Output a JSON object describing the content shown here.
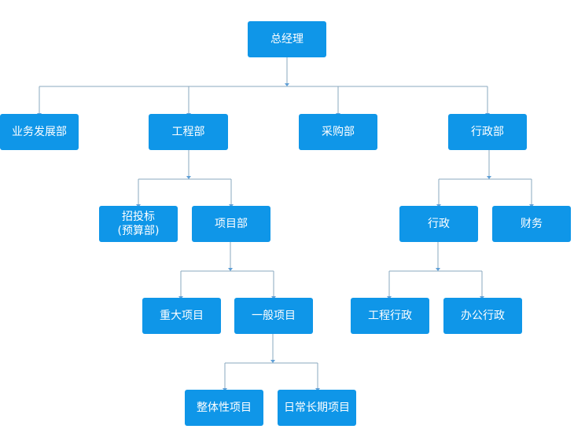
{
  "colors": {
    "node_fill": "#0f96e8",
    "node_text": "#ffffff",
    "connector": "#8aa8bf"
  },
  "nodes": {
    "general_manager": "总经理",
    "business_dev": "业务发展部",
    "engineering": "工程部",
    "procurement": "采购部",
    "administration": "行政部",
    "bidding": {
      "line1": "招投标",
      "line2": "(预算部)"
    },
    "project_dept": "项目部",
    "admin": "行政",
    "finance": "财务",
    "major_projects": "重大项目",
    "general_projects": "一般项目",
    "engineering_admin": "工程行政",
    "office_admin": "办公行政",
    "whole_projects": "整体性项目",
    "daily_long_term": "日常长期项目"
  }
}
